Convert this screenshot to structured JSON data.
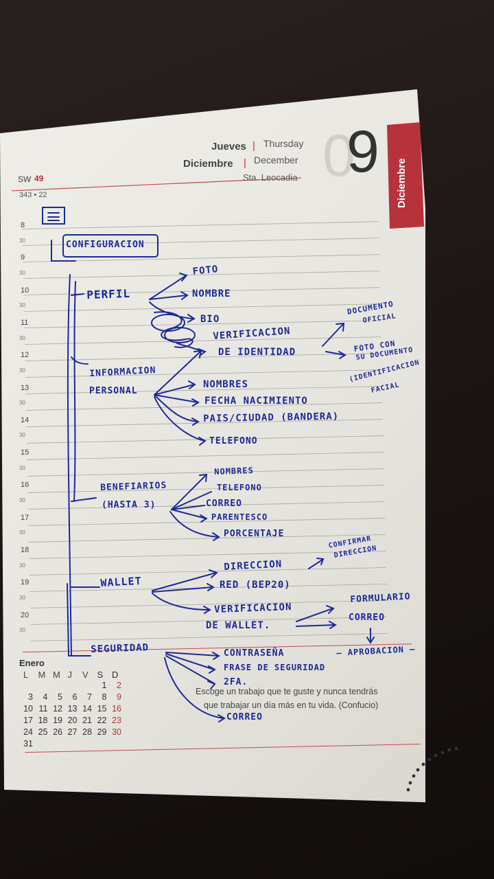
{
  "planner": {
    "day_es": "Jueves",
    "day_en": "Thursday",
    "month_es": "Diciembre",
    "month_en": "December",
    "saint": "Sta. Leocadia",
    "week_label": "SW",
    "week_number": "49",
    "day_of_year": "343 • 22",
    "date_number": "09",
    "date_faded": "0",
    "date_bold": "9",
    "side_tab": "Diciembre",
    "hours": [
      "8",
      "30",
      "9",
      "30",
      "10",
      "30",
      "11",
      "30",
      "12",
      "30",
      "13",
      "30",
      "14",
      "30",
      "15",
      "30",
      "16",
      "30",
      "17",
      "30",
      "18",
      "30",
      "19",
      "30",
      "20",
      "30"
    ],
    "quote_line1": "Escoge un trabajo que te guste y nunca tendrás",
    "quote_line2": "que trabajar un día más en tu vida. (Confucio)",
    "calendar": {
      "month": "Enero",
      "weekdays": [
        "L",
        "M",
        "M",
        "J",
        "V",
        "S",
        "D"
      ],
      "rows": [
        [
          "",
          "",
          "",
          "",
          "",
          "1",
          "2"
        ],
        [
          "3",
          "4",
          "5",
          "6",
          "7",
          "8",
          "9"
        ],
        [
          "10",
          "11",
          "12",
          "13",
          "14",
          "15",
          "16"
        ],
        [
          "17",
          "18",
          "19",
          "20",
          "21",
          "22",
          "23"
        ],
        [
          "24",
          "25",
          "26",
          "27",
          "28",
          "29",
          "30"
        ],
        [
          "31",
          "",
          "",
          "",
          "",
          "",
          ""
        ]
      ]
    },
    "colors": {
      "accent_red": "#b8323c",
      "ink_blue": "#1c2a9a"
    }
  },
  "notes": {
    "root": "CONFIGURACION",
    "perfil": "PERFIL",
    "perfil_items": [
      "FOTO",
      "NOMBRE",
      "BIO"
    ],
    "verificacion_1": "VERIFICACION",
    "verificacion_2": "DE IDENTIDAD",
    "documento_1": "DOCUMENTO",
    "documento_2": "OFICIAL",
    "foto_doc_1": "FOTO CON",
    "foto_doc_2": "SU DOCUMENTO",
    "facial_1": "(IDENTIFICACION",
    "facial_2": "FACIAL",
    "info_1": "INFORMACION",
    "info_2": "PERSONAL",
    "info_items": [
      "NOMBRES",
      "FECHA NACIMIENTO",
      "PAIS/CIUDAD (BANDERA)",
      "TELEFONO"
    ],
    "benef_1": "BENEFIARIOS",
    "benef_2": "(HASTA 3)",
    "benef_items": [
      "NOMBRES",
      "TELEFONO",
      "CORREO",
      "PARENTESCO",
      "PORCENTAJE"
    ],
    "wallet": "WALLET",
    "wallet_items": [
      "DIRECCION",
      "RED (BEP20)"
    ],
    "confirmar_1": "CONFIRMAR",
    "confirmar_2": "DIRECCION",
    "verif_wallet_1": "VERIFICACION",
    "verif_wallet_2": "DE WALLET.",
    "formulario": "FORMULARIO",
    "correo_b": "CORREO",
    "seguridad": "SEGURIDAD",
    "seg_items": [
      "CONTRASEÑA",
      "FRASE DE SEGURIDAD",
      "2FA.",
      "CORREO"
    ],
    "aprobacion": "— APROBACION —"
  }
}
